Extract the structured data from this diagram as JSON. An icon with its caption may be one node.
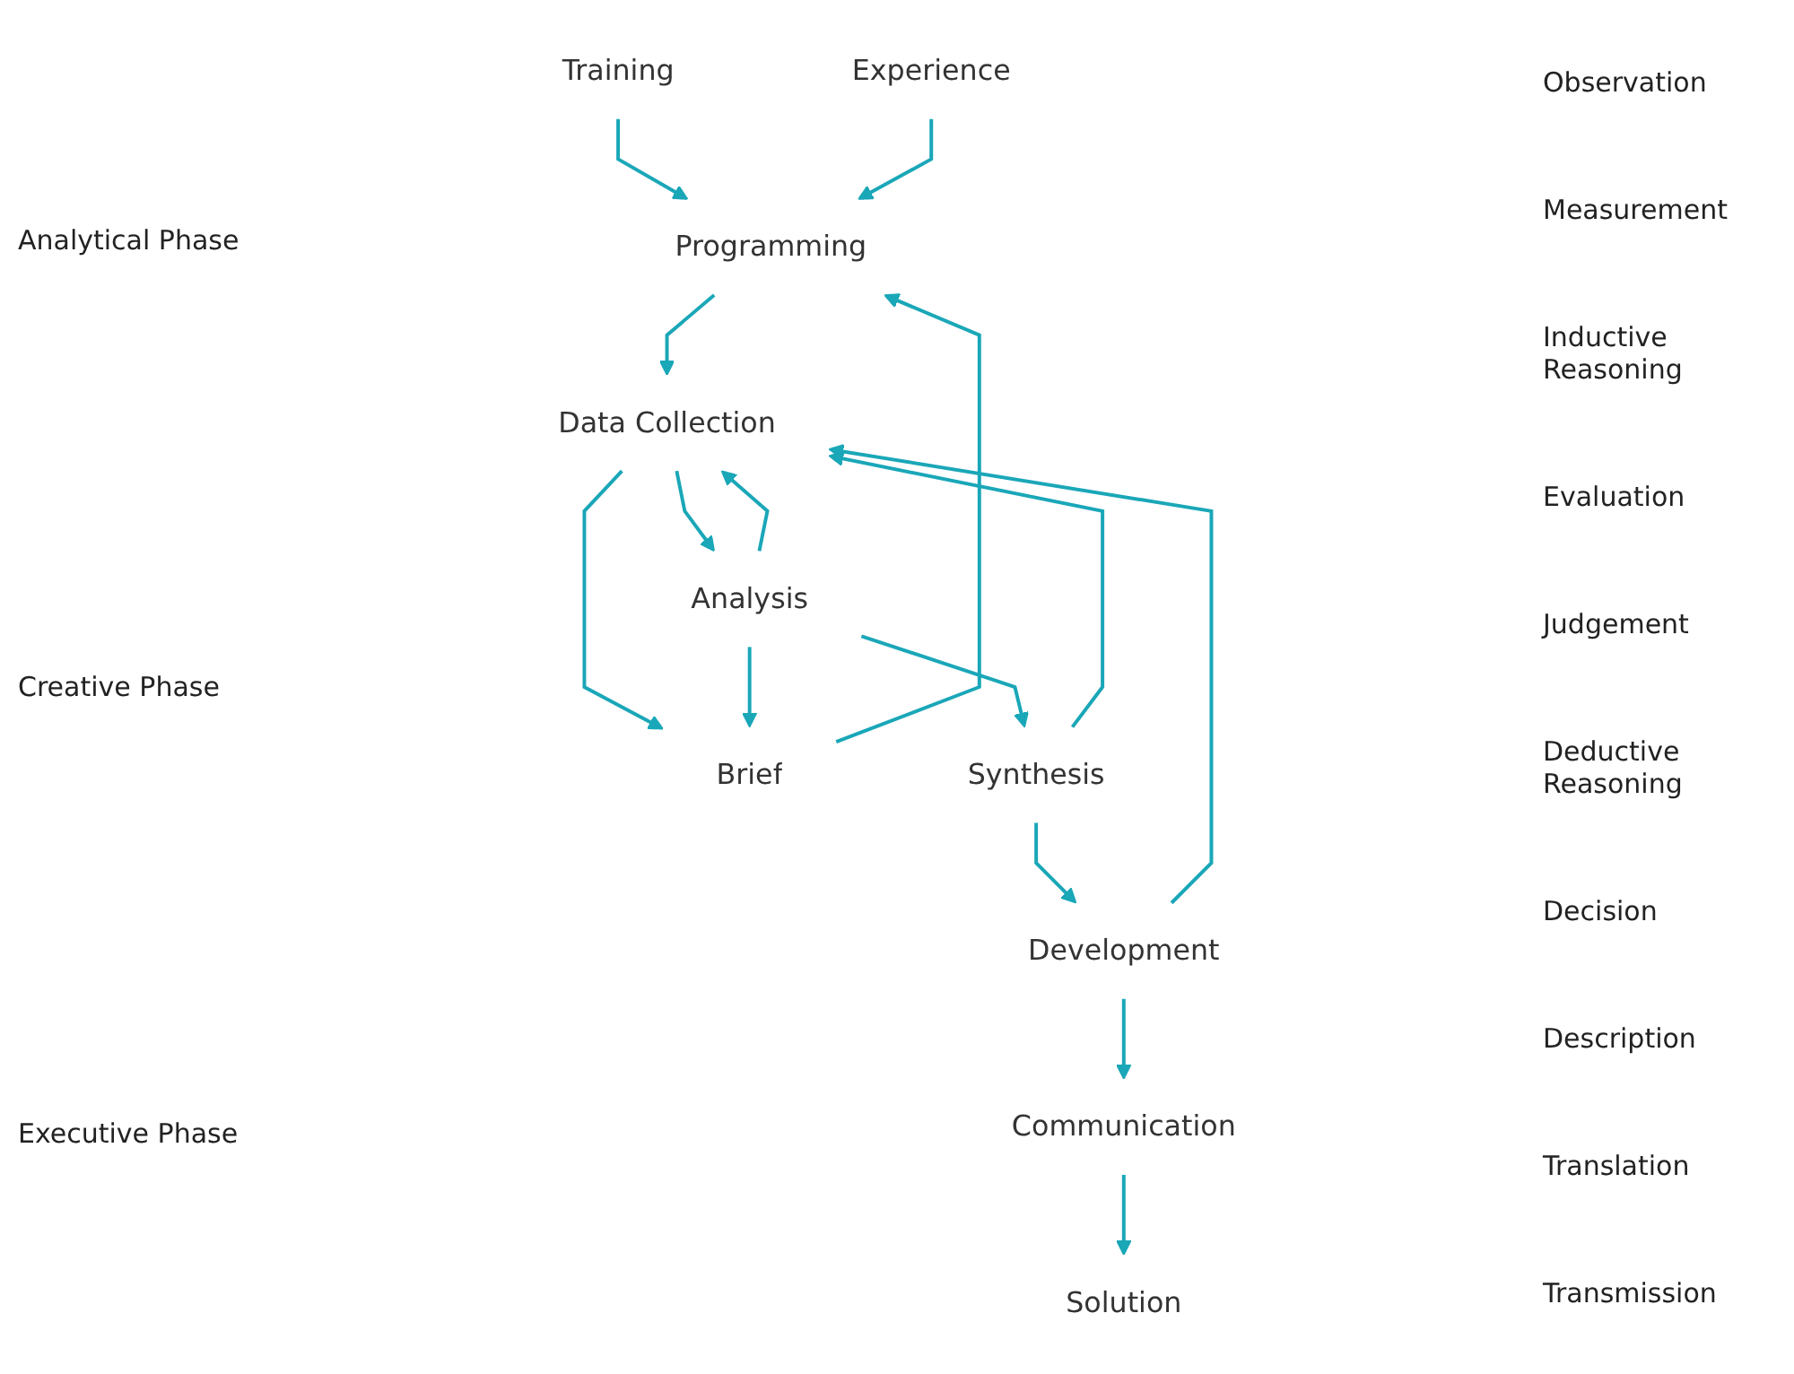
{
  "diagram": {
    "nodes": [
      {
        "text": [
          "Training"
        ]
      },
      {
        "text": [
          "Brief"
        ]
      },
      {
        "text": [
          "Programming"
        ]
      },
      {
        "text": [
          "Experience"
        ]
      },
      {
        "text": [
          "Data Collection"
        ]
      },
      {
        "text": [
          "Analysis"
        ]
      },
      {
        "text": [
          "Synthesis"
        ]
      },
      {
        "text": [
          "Development"
        ]
      },
      {
        "text": [
          "Solution"
        ]
      },
      {
        "text": [
          "Communication"
        ]
      }
    ],
    "edges": [
      {
        "from": 0,
        "to": 2,
        "arrow": "to"
      },
      {
        "from": 1,
        "to": 2,
        "arrow": "to"
      },
      {
        "from": 3,
        "to": 2,
        "arrow": "to"
      },
      {
        "from": 2,
        "to": 4,
        "arrow": "to"
      },
      {
        "from": 4,
        "to": 1,
        "arrow": "to"
      },
      {
        "from": 4,
        "to": 5,
        "arrow": "to"
      },
      {
        "from": 5,
        "to": 1,
        "arrow": "to"
      },
      {
        "from": 5,
        "to": 4,
        "arrow": "to"
      },
      {
        "from": 5,
        "to": 6,
        "arrow": "to"
      },
      {
        "from": 6,
        "to": 4,
        "arrow": "to"
      },
      {
        "from": 6,
        "to": 7,
        "arrow": "to"
      },
      {
        "from": 7,
        "to": 4,
        "arrow": "to"
      },
      {
        "from": 7,
        "to": 9,
        "arrow": "to"
      },
      {
        "from": 9,
        "to": 8,
        "arrow": "to"
      }
    ],
    "labels": [
      "Analytical Phase",
      "Observation",
      "Measurement",
      "Inductive Reasoning",
      "Evaluation",
      "Creative Phase",
      "Judgement",
      "Deductive Reasoning",
      "Decision",
      "Description",
      "Translation",
      "Executive Phase",
      "Transmission"
    ]
  }
}
